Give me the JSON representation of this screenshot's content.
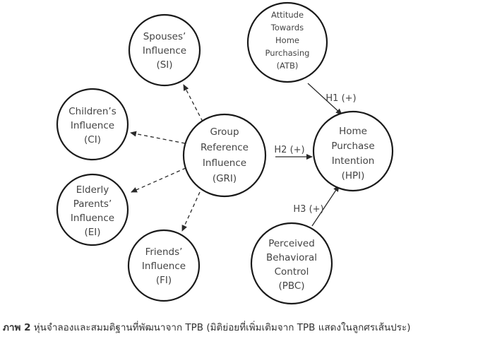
{
  "nodes": {
    "si": {
      "lines": [
        "Spouses’",
        "Influence",
        "(SI)"
      ]
    },
    "ci": {
      "lines": [
        "Children’s",
        "Influence",
        "(CI)"
      ]
    },
    "ei": {
      "lines": [
        "Elderly",
        "Parents’",
        "Influence",
        "(EI)"
      ]
    },
    "fi": {
      "lines": [
        "Friends’",
        "Influence",
        "(FI)"
      ]
    },
    "gri": {
      "lines": [
        "Group",
        "Reference",
        "Influence",
        "(GRI)"
      ]
    },
    "atb": {
      "lines": [
        "Attitude",
        "Towards",
        "Home",
        "Purchasing",
        "(ATB)"
      ]
    },
    "hpi": {
      "lines": [
        "Home",
        "Purchase",
        "Intention",
        "(HPI)"
      ]
    },
    "pbc": {
      "lines": [
        "Perceived",
        "Behavioral",
        "Control",
        "(PBC)"
      ]
    }
  },
  "edges": {
    "h1": "H1 (+)",
    "h2": "H2 (+)",
    "h3": "H3 (+)"
  },
  "caption": {
    "label": "ภาพ 2",
    "text": " หุ่นจำลองและสมมติฐานที่พัฒนาจาก TPB (มิติย่อยที่เพิ่มเติมจาก TPB แสดงในลูกศรเส้นประ)"
  }
}
